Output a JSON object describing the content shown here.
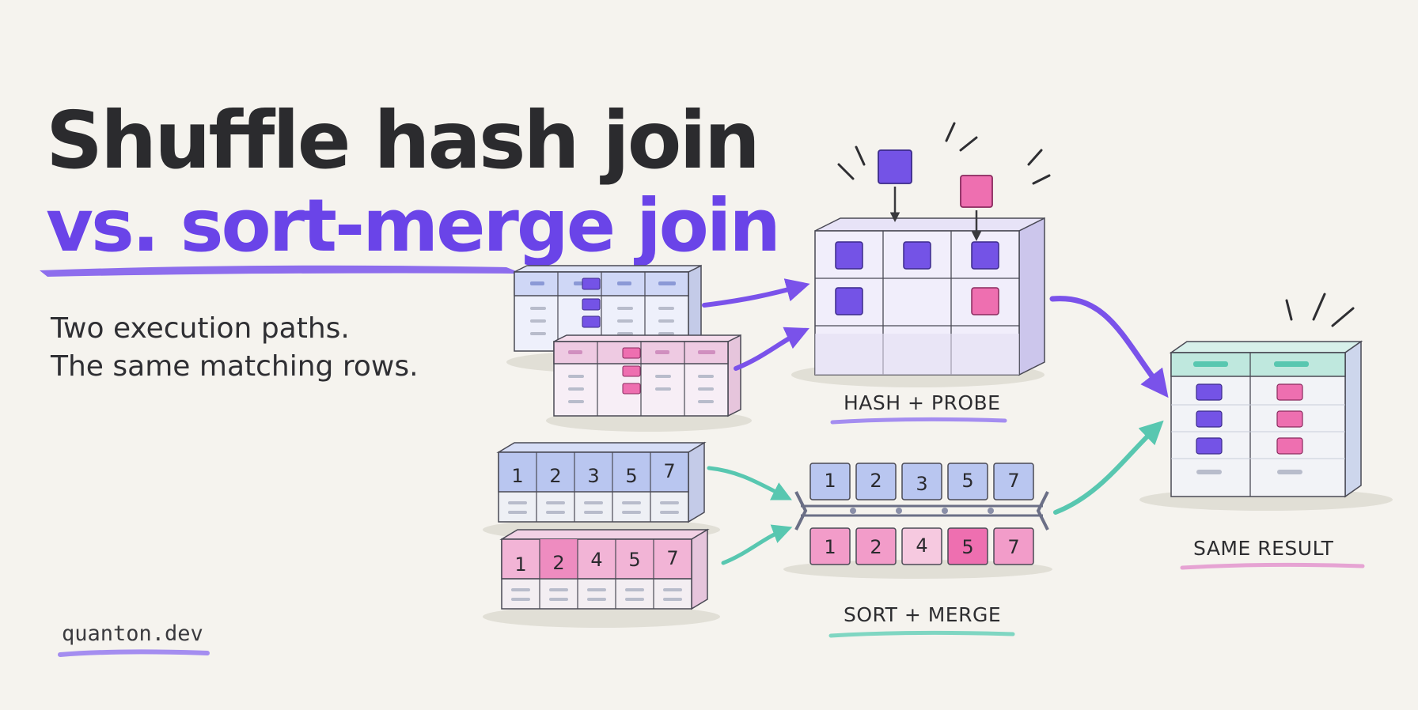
{
  "title": {
    "line1": "Shuffle hash join",
    "line2": "vs. sort-merge join"
  },
  "subtitle": {
    "line1": "Two execution paths.",
    "line2": "The same matching rows."
  },
  "brand": "quanton.dev",
  "labels": {
    "hash": "HASH + PROBE",
    "sort": "SORT + MERGE",
    "result": "SAME RESULT"
  },
  "sort_inputs": {
    "left_keys": [
      "1",
      "2",
      "3",
      "5",
      "7"
    ],
    "right_keys": [
      "1",
      "2",
      "4",
      "5",
      "7"
    ]
  },
  "merge_rows": {
    "top_keys": [
      "1",
      "2",
      "3",
      "5",
      "7"
    ],
    "bottom_keys": [
      "1",
      "2",
      "4",
      "5",
      "7"
    ]
  },
  "colors": {
    "accent_purple": "#6a44e8",
    "pink": "#ee6fb0",
    "teal": "#57c9b0",
    "blue": "#a9b8ee",
    "ink": "#2b2b2e"
  }
}
